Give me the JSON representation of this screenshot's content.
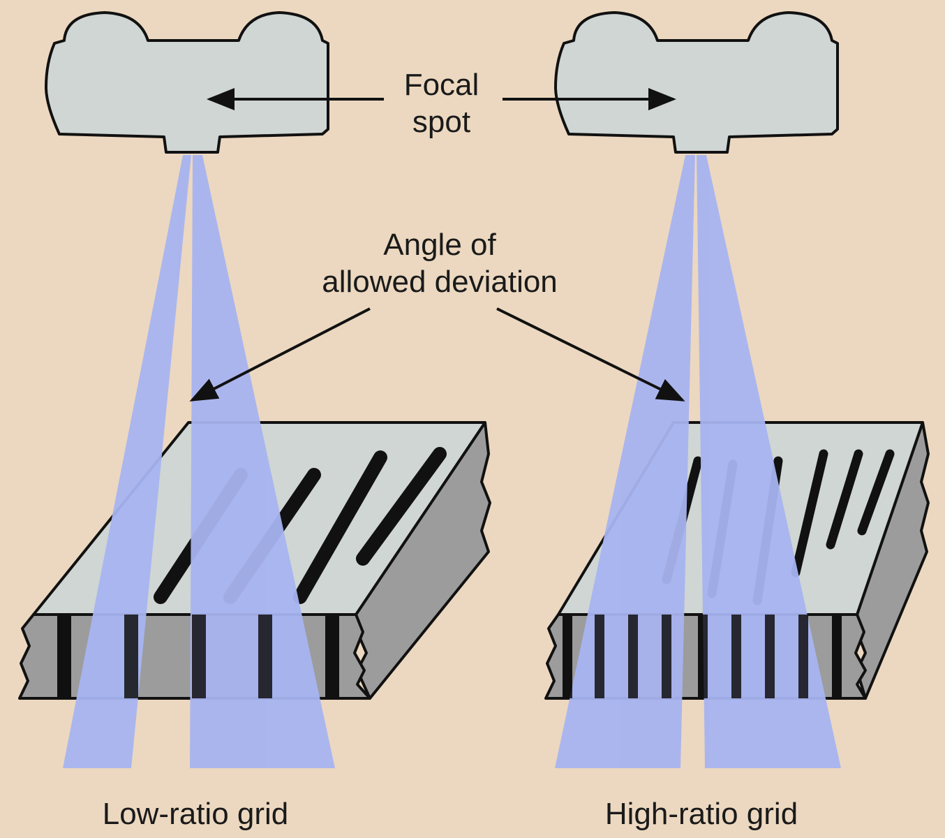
{
  "labels": {
    "focal_spot_line1": "Focal",
    "focal_spot_line2": "spot",
    "angle_line1": "Angle of",
    "angle_line2": "allowed deviation",
    "low_ratio": "Low-ratio grid",
    "high_ratio": "High-ratio grid"
  },
  "colors": {
    "background": "#ecd8c0",
    "tube": "#cfd6d4",
    "beam": "#a8b4f0",
    "grid_top": "#cfd6d4",
    "grid_side": "#9c9c9c",
    "lead_strip": "#111111"
  }
}
